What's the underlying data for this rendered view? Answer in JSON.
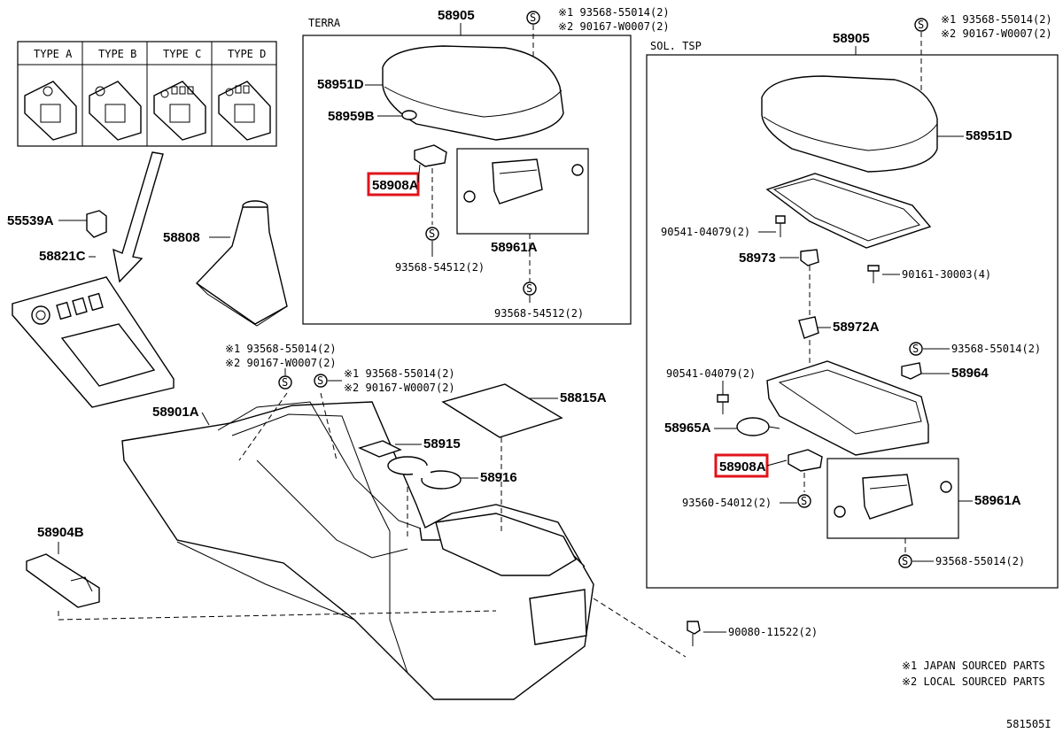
{
  "groups": {
    "terra": "TERRA",
    "sol_tsp": "SOL. TSP"
  },
  "types": [
    "TYPE A",
    "TYPE B",
    "TYPE C",
    "TYPE D"
  ],
  "labels": {
    "p58905_terra": "58905",
    "p58905_sol": "58905",
    "p58951d_terra": "58951D",
    "p58951d_sol": "58951D",
    "p58959b": "58959B",
    "p58908a_terra": "58908A",
    "p58908a_sol": "58908A",
    "p58961a_terra": "58961A",
    "p58961a_sol": "58961A",
    "p55539a": "55539A",
    "p58808": "58808",
    "p58821c": "58821C",
    "p58901a": "58901A",
    "p58904b": "58904B",
    "p58815a": "58815A",
    "p58915": "58915",
    "p58916": "58916",
    "p58973": "58973",
    "p58972a": "58972A",
    "p58964": "58964",
    "p58965a": "58965A",
    "b93568_54512_a": "93568-54512(2)",
    "b93568_54512_b": "93568-54512(2)",
    "b90541_a": "90541-04079(2)",
    "b90541_b": "90541-04079(2)",
    "b90161_30003": "90161-30003(4)",
    "b93568_55014_r1": "93568-55014(2)",
    "b93568_55014_r2": "93568-55014(2)",
    "b93560": "93560-54012(2)",
    "b90080": "90080-11522(2)"
  },
  "sourced": {
    "top_terra_1": "※1 93568-55014(2)",
    "top_terra_2": "※2 90167-W0007(2)",
    "top_sol_1": "※1 93568-55014(2)",
    "top_sol_2": "※2 90167-W0007(2)",
    "console_a1": "※1 93568-55014(2)",
    "console_a2": "※2 90167-W0007(2)",
    "console_b1": "※1 93568-55014(2)",
    "console_b2": "※2 90167-W0007(2)"
  },
  "legend": {
    "note1": "※1 JAPAN SOURCED PARTS",
    "note2": "※2 LOCAL SOURCED PARTS"
  },
  "figure_id": "581505I",
  "highlight_color": "#e0141b"
}
